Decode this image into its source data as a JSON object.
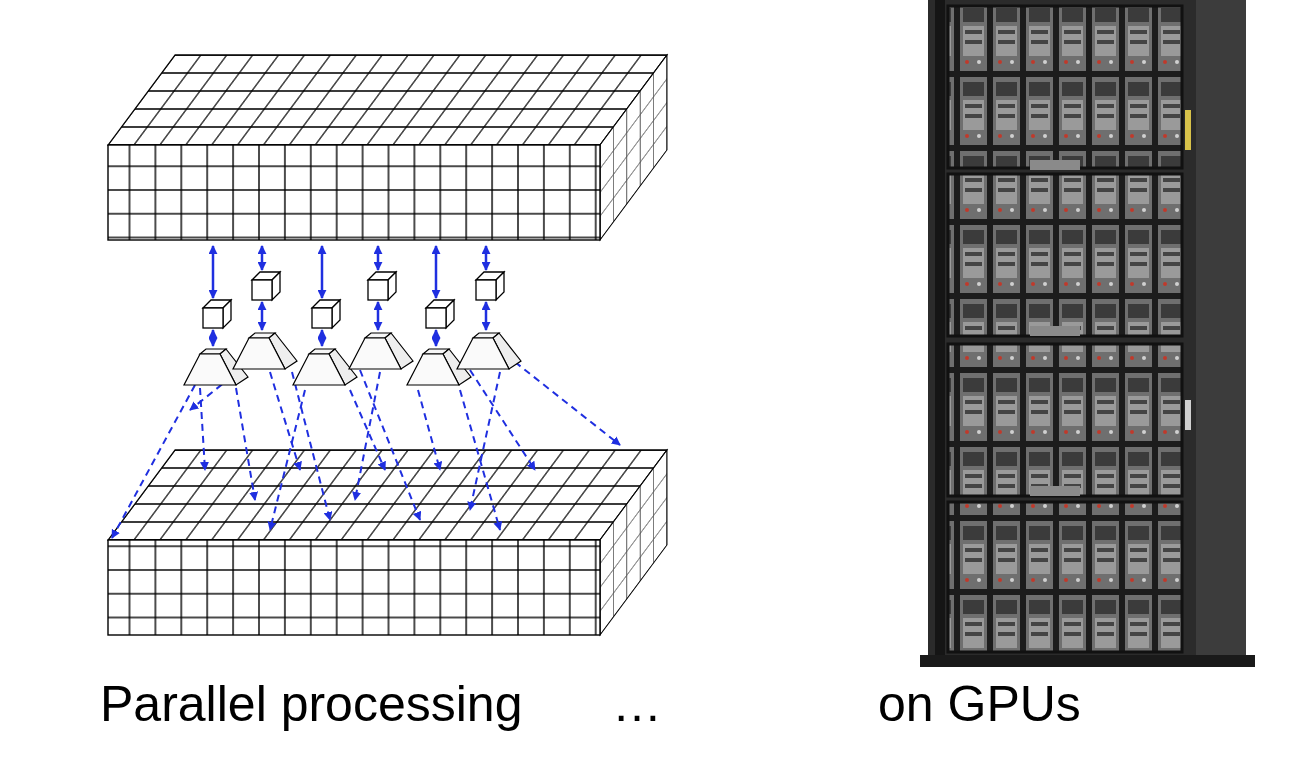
{
  "diagram": {
    "labels": [
      "Parallel processing",
      "…",
      "on GPUs"
    ]
  }
}
